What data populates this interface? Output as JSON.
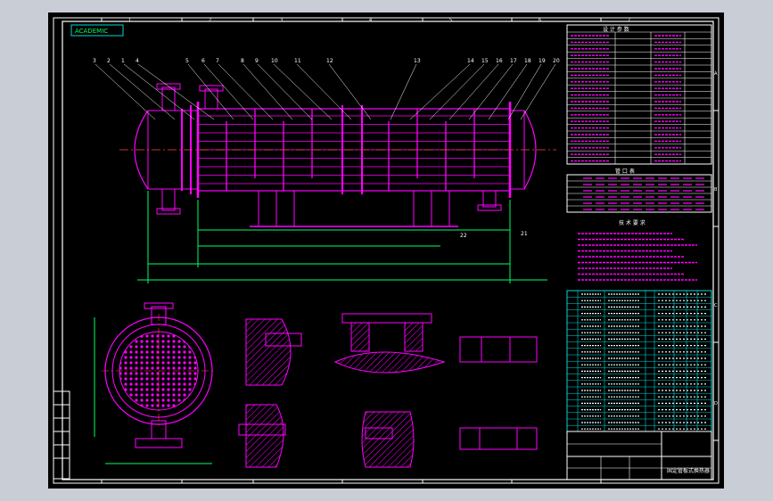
{
  "drawing": {
    "stamp": "ACADEMIC",
    "balloons": [
      "3",
      "2",
      "1",
      "4",
      "5",
      "6",
      "7",
      "8",
      "9",
      "10",
      "11",
      "12",
      "13",
      "14",
      "15",
      "16",
      "17",
      "18",
      "19",
      "20",
      "22",
      "21"
    ],
    "border_ticks": [
      "1",
      "2",
      "3",
      "4",
      "5",
      "6",
      "7"
    ],
    "side_ticks": [
      "A",
      "B",
      "C",
      "D"
    ],
    "title_table_header": "设 计 参 数",
    "parts_table_header": "管 口 表",
    "notes_title": "技 术 要 求",
    "title_block_name": "固定管板式换热器",
    "colors": {
      "border": "#ffffff",
      "outline": "#ff00ff",
      "dimension": "#00ff66",
      "table": "#00d8d8",
      "background": "#000000"
    }
  }
}
